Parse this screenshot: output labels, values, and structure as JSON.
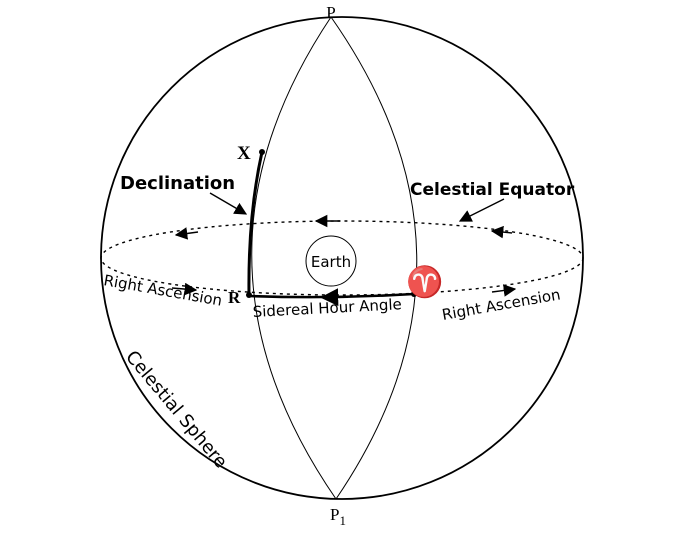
{
  "diagram": {
    "labels": {
      "pole_north": "P",
      "pole_south_base": "P",
      "pole_south_sub": "1",
      "point_x": "X",
      "point_r": "R",
      "aries_symbol": "♈",
      "earth": "Earth",
      "declination": "Declination",
      "celestial_equator": "Celestial Equator",
      "right_ascension_left": "Right Ascension",
      "right_ascension_right": "Right Ascension",
      "sidereal_hour_angle": "Sidereal Hour Angle",
      "celestial_sphere": "Celestial Sphere"
    },
    "colors": {
      "line": "#000000",
      "aries": "#1a1a6e",
      "background": "#ffffff"
    }
  }
}
